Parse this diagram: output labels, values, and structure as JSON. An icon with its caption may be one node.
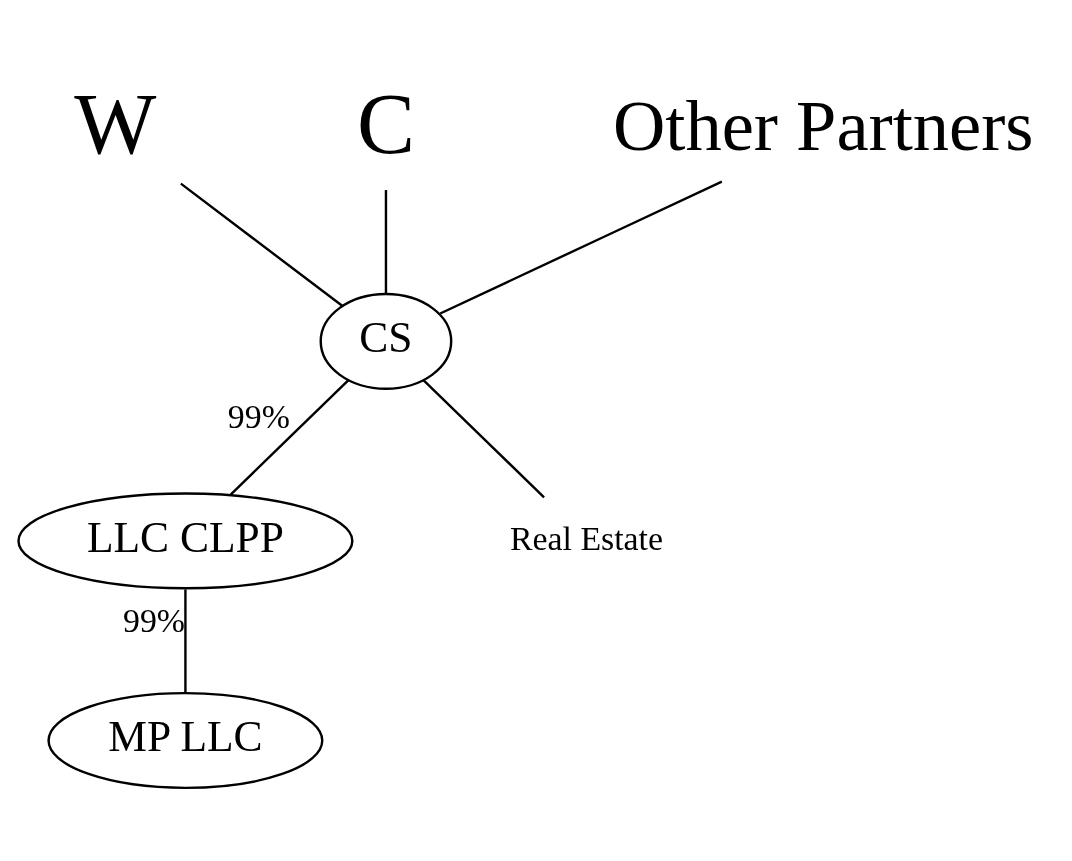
{
  "diagram": {
    "nodes": [
      {
        "text": [
          "W"
        ]
      },
      {
        "text": [
          "C"
        ]
      },
      {
        "text": [
          "Other Partners"
        ]
      },
      {
        "text": [
          "CS"
        ]
      },
      {
        "text": [
          "LLC CLPP"
        ]
      },
      {
        "text": [
          "MP LLC"
        ]
      },
      {
        "text": [
          "Real Estate"
        ]
      }
    ],
    "edges": [
      {
        "from": 0,
        "to": 3,
        "arrow": "none"
      },
      {
        "from": 1,
        "to": 3,
        "arrow": "none"
      },
      {
        "from": 2,
        "to": 3,
        "arrow": "none"
      },
      {
        "from": 3,
        "to": 4,
        "arrow": "none",
        "label": "99%"
      },
      {
        "from": 3,
        "to": 6,
        "arrow": "none"
      },
      {
        "from": 4,
        "to": 5,
        "arrow": "none",
        "label": "99%"
      }
    ]
  }
}
